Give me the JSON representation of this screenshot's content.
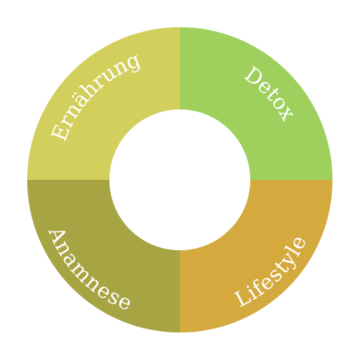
{
  "diagram": {
    "type": "donut-cycle",
    "segments": [
      {
        "id": "detox",
        "label": "Detox",
        "color": "#9FCF5C",
        "quadrant": "top-right"
      },
      {
        "id": "lifestyle",
        "label": "Lifestyle",
        "color": "#D4A93E",
        "quadrant": "bottom-right"
      },
      {
        "id": "anamnese",
        "label": "Anamnese",
        "color": "#A7A443",
        "quadrant": "bottom-left"
      },
      {
        "id": "ernaehrung",
        "label": "Ernährung",
        "color": "#D2CF5C",
        "quadrant": "top-left"
      }
    ],
    "background": "#FFFFFF"
  }
}
